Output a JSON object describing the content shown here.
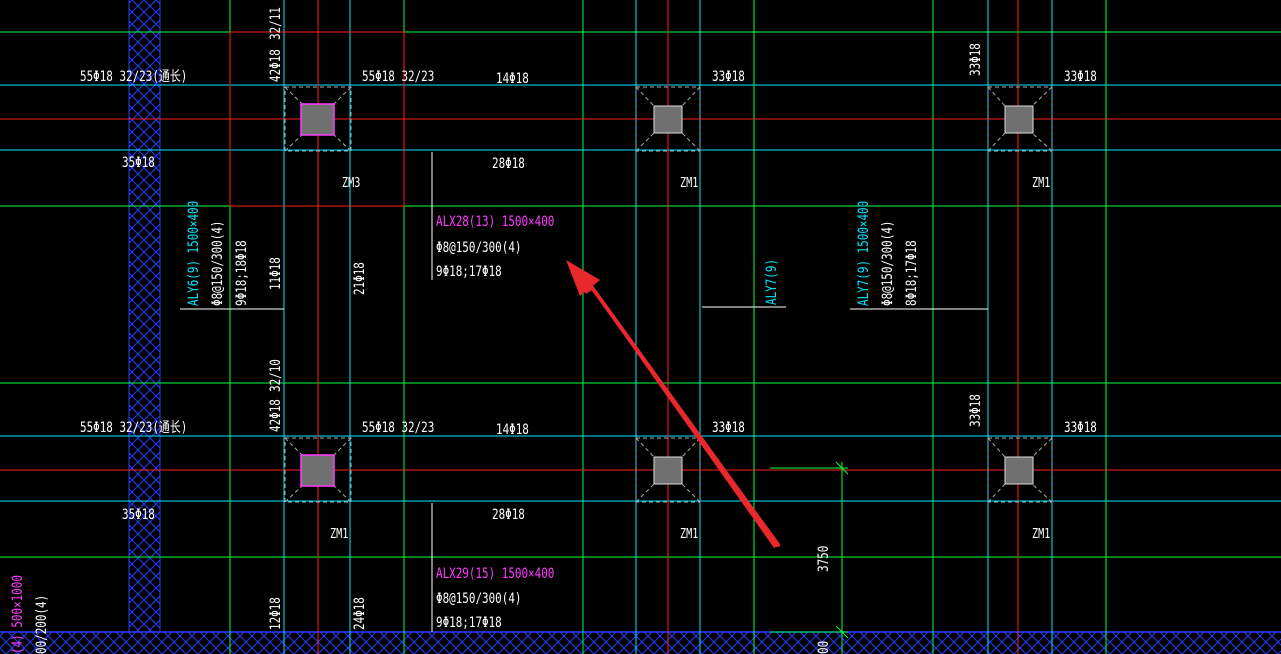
{
  "labels": {
    "r1_55_left": "55Φ18 32/23(通长)",
    "r1_55_mid": "55Φ18 32/23",
    "r1_14": "14Φ18",
    "r1_33_a": "33Φ18",
    "r1_33_b": "33Φ18",
    "r1_35": "35Φ18",
    "r1_28": "28Φ18",
    "r1_zm3": "ZM3",
    "r1_zm1_a": "ZM1",
    "r1_zm1_b": "ZM1",
    "alx28_title": "ALX28(13) 1500×400",
    "alx28_stirrup": "Φ8@150/300(4)",
    "alx28_bars": "9Φ18;17Φ18",
    "r2_55_left": "55Φ18 32/23(通长)",
    "r2_55_mid": "55Φ18 32/23",
    "r2_14": "14Φ18",
    "r2_33_a": "33Φ18",
    "r2_33_b": "33Φ18",
    "r2_35": "35Φ18",
    "r2_28": "28Φ18",
    "r2_zm1_a": "ZM1",
    "r2_zm1_b": "ZM1",
    "r2_zm1_c": "ZM1",
    "alx29_title": "ALX29(15) 1500×400",
    "alx29_stirrup": "Φ8@150/300(4)",
    "alx29_bars": "9Φ18;17Φ18",
    "v_32_11": "32/11",
    "v_42_a": "42Φ18",
    "v_33_top": "33Φ18",
    "v_aly6_title": "ALY6(9) 1500×400",
    "v_aly6_stirrup": "Φ8@150/300(4)",
    "v_aly6_bars": "9Φ18;18Φ18",
    "v_11": "11Φ18",
    "v_21": "21Φ18",
    "v_aly7_short": "ALY7(9)",
    "v_aly7_title": "ALY7(9) 1500×400",
    "v_aly7_stirrup": "Φ8@150/300(4)",
    "v_aly7_bars": "8Φ18;17Φ18",
    "v_32_10": "32/10",
    "v_42_b": "42Φ18",
    "v_33_mid": "33Φ18",
    "v_12": "12Φ18",
    "v_24": "24Φ18",
    "v_left_title": "(4) 500×1000",
    "v_left_stirrup": "00/200(4)",
    "dim_3750": "3750",
    "dim_00": "00"
  },
  "colors": {
    "cyan": "#00e5ff",
    "green": "#00ff3c",
    "red": "#ff2020",
    "blue": "#2a3cff",
    "magenta": "#ff3cff",
    "white": "#ffffff",
    "arrow": "#e8282c"
  }
}
